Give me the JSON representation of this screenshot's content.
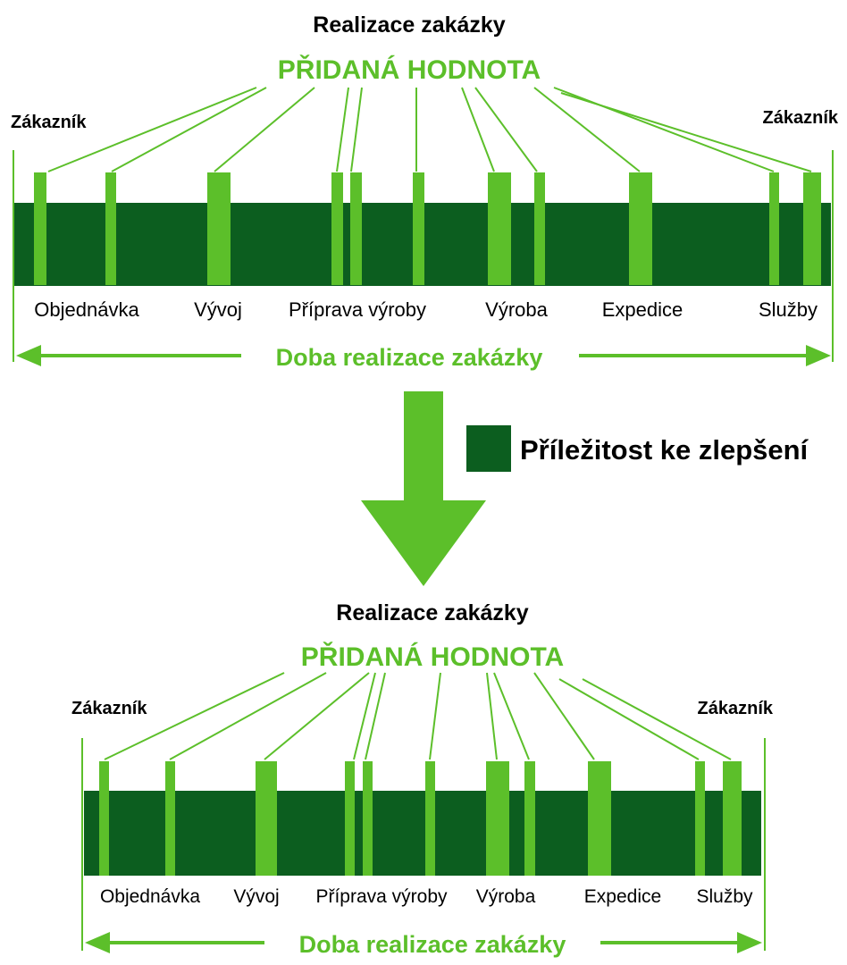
{
  "colors": {
    "dark_green": "#0c5e1f",
    "light_green": "#5cbf2a",
    "text": "#000000"
  },
  "legend": {
    "label": "Příležitost ke zlepšení"
  },
  "transition_arrow": {
    "icon": "down-arrow-icon"
  },
  "panels": [
    {
      "id": "before",
      "title": "Realizace zakázky",
      "value_added": "PŘIDANÁ HODNOTA",
      "customer_left": "Zákazník",
      "customer_right": "Zákazník",
      "duration": "Doba realizace zakázky",
      "stages": [
        "Objednávka",
        "Vývoj",
        "Příprava výroby",
        "Výroba",
        "Expedice",
        "Služby"
      ]
    },
    {
      "id": "after",
      "title": "Realizace zakázky",
      "value_added": "PŘIDANÁ HODNOTA",
      "customer_left": "Zákazník",
      "customer_right": "Zákazník",
      "duration": "Doba realizace zakázky",
      "stages": [
        "Objednávka",
        "Vývoj",
        "Příprava výroby",
        "Výroba",
        "Expedice",
        "Služby"
      ]
    }
  ]
}
